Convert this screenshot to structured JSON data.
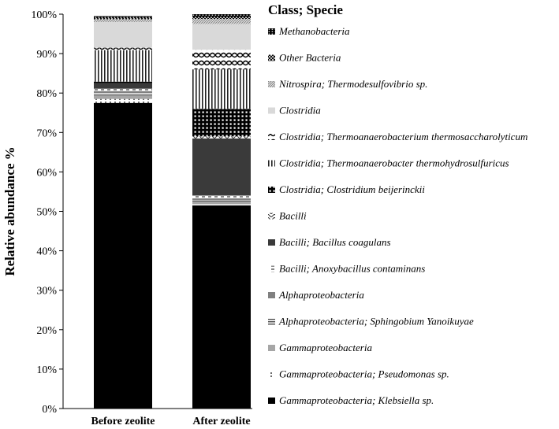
{
  "chart_data": {
    "type": "bar",
    "stacked": true,
    "title": "",
    "xlabel": "",
    "ylabel": "Relative abundance %",
    "ylim": [
      0,
      100
    ],
    "yticks": [
      "0%",
      "10%",
      "20%",
      "30%",
      "40%",
      "50%",
      "60%",
      "70%",
      "80%",
      "90%",
      "100%"
    ],
    "categories": [
      "Before zeolite",
      "After zeolite"
    ],
    "legend_title": "Class; Specie",
    "legend_position": "right",
    "series": [
      {
        "name": "Gammaproteobacteria; Klebsiella sp.",
        "values": [
          77.5,
          51.5
        ],
        "pattern": "solid-black"
      },
      {
        "name": "Gammaproteobacteria; Pseudomonas sp.",
        "values": [
          1.0,
          0.3
        ],
        "pattern": "dots"
      },
      {
        "name": "Gammaproteobacteria",
        "values": [
          0.8,
          0.5
        ],
        "pattern": "solid-gray"
      },
      {
        "name": "Alphaproteobacteria; Sphingobium Yanoikuyae",
        "values": [
          0.7,
          0.5
        ],
        "pattern": "hlines"
      },
      {
        "name": "Alphaproteobacteria",
        "values": [
          0.5,
          0.5
        ],
        "pattern": "solid-darkgray"
      },
      {
        "name": "Bacilli; Anoxybacillus contaminans",
        "values": [
          0.6,
          0.7
        ],
        "pattern": "dashes"
      },
      {
        "name": "Bacilli; Bacillus coagulans",
        "values": [
          1.4,
          14.5
        ],
        "pattern": "solid-charcoal"
      },
      {
        "name": "Bacilli",
        "values": [
          0.0,
          0.5
        ],
        "pattern": "zigzag"
      },
      {
        "name": "Clostridia; Clostridium beijerinckii",
        "values": [
          0.4,
          7.0
        ],
        "pattern": "grid"
      },
      {
        "name": "Clostridia; Thermoanaerobacter thermohydrosulfuricus",
        "values": [
          8.0,
          10.0
        ],
        "pattern": "vlines"
      },
      {
        "name": "Clostridia; Thermoanaerobacterium thermosaccharolyticum",
        "values": [
          0.6,
          5.0
        ],
        "pattern": "waves"
      },
      {
        "name": "Clostridia",
        "values": [
          6.5,
          6.5
        ],
        "pattern": "solid-lightgray"
      },
      {
        "name": "Nitrospira; Thermodesulfovibrio sp.",
        "values": [
          0.7,
          1.3
        ],
        "pattern": "fine-hatch"
      },
      {
        "name": "Other Bacteria",
        "values": [
          0.3,
          0.5
        ],
        "pattern": "diag-cross"
      },
      {
        "name": "Methanobacteria",
        "values": [
          0.5,
          0.7
        ],
        "pattern": "brick"
      }
    ]
  }
}
